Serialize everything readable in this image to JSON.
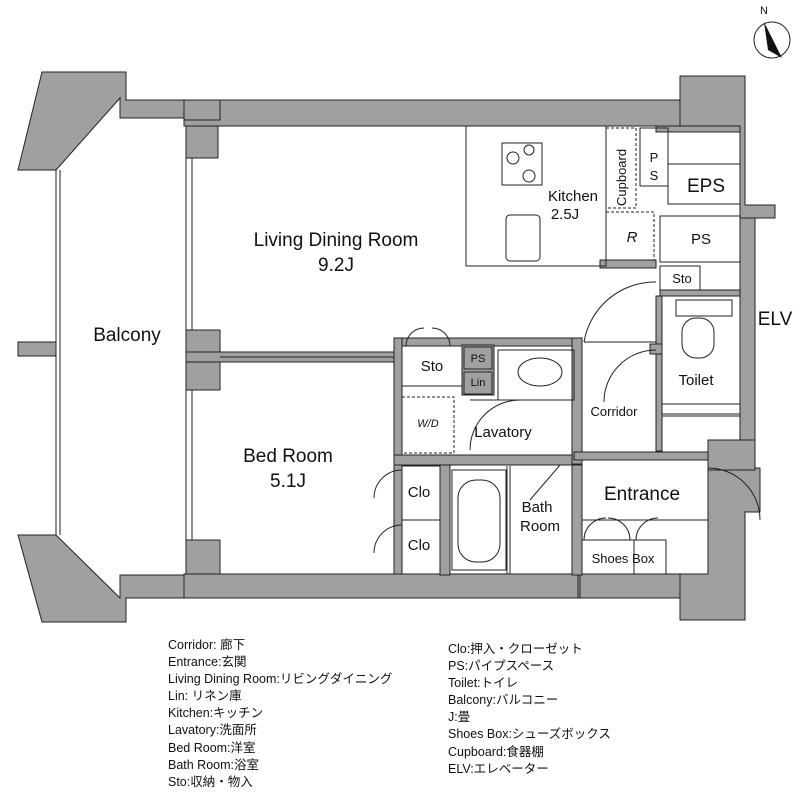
{
  "compass": {
    "label": "N"
  },
  "rooms": {
    "living_dining_name": "Living Dining Room",
    "living_dining_size": "9.2J",
    "bed_room_name": "Bed Room",
    "bed_room_size": "5.1J",
    "balcony": "Balcony",
    "kitchen_name": "Kitchen",
    "kitchen_size": "2.5J",
    "cupboard": "Cupboard",
    "ps_kitchen_p": "P",
    "ps_kitchen_s": "S",
    "eps": "EPS",
    "refrigerator": "R",
    "ps_right": "PS",
    "sto_top": "Sto",
    "elv": "ELV",
    "toilet": "Toilet",
    "corridor": "Corridor",
    "sto_center": "Sto",
    "ps_small": "PS",
    "lin": "Lin",
    "washer": "W/D",
    "lavatory": "Lavatory",
    "clo_1": "Clo",
    "clo_2": "Clo",
    "bath_line1": "Bath",
    "bath_line2": "Room",
    "entrance": "Entrance",
    "shoes_box": "Shoes Box"
  },
  "legend_left": [
    "Corridor: 廊下",
    "Entrance:玄関",
    "Living Dining Room:リビングダイニング",
    "Lin: リネン庫",
    "Kitchen:キッチン",
    "Lavatory:洗面所",
    "Bed Room:洋室",
    "Bath Room:浴室",
    "Sto:収納・物入"
  ],
  "legend_right": [
    "Clo:押入・クローゼット",
    "PS:パイプスペース",
    "Toilet:トイレ",
    "Balcony:バルコニー",
    "J:畳",
    "Shoes Box:シューズボックス",
    "Cupboard:食器棚",
    "ELV:エレベーター"
  ],
  "colors": {
    "wall": "#a0a0a0",
    "line": "#222222",
    "background": "#ffffff"
  }
}
